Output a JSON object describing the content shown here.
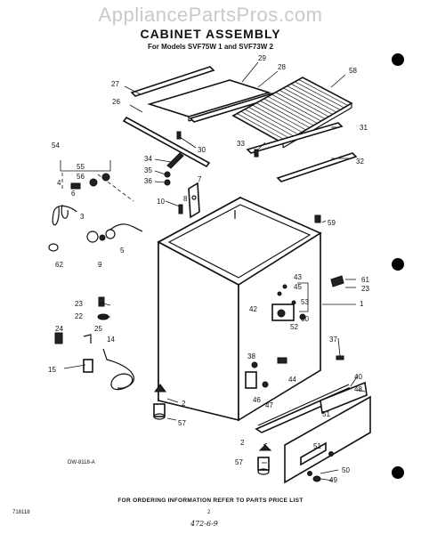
{
  "watermark": "AppliancePartsPros.com",
  "title": "CABINET ASSEMBLY",
  "subtitle": "For Models SVF75W 1 and SVF73W 2",
  "footer": "FOR ORDERING INFORMATION REFER TO PARTS PRICE LIST",
  "doc_code": "DW-8118-A",
  "part_code": "718118",
  "page_number": "2",
  "handwriting": "472-6-9",
  "callouts": {
    "c1": "1",
    "c2a": "2",
    "c2b": "2",
    "c3": "3",
    "c4": "4",
    "c5": "5",
    "c6": "6",
    "c7": "7",
    "c8": "8",
    "c9": "9",
    "c10": "10",
    "c14": "14",
    "c15": "15",
    "c22": "22",
    "c23a": "23",
    "c23b": "23",
    "c24": "24",
    "c25": "25",
    "c26": "26",
    "c27": "27",
    "c28": "28",
    "c29": "29",
    "c30": "30",
    "c31": "31",
    "c32": "32",
    "c33": "33",
    "c34": "34",
    "c35": "35",
    "c36": "36",
    "c37": "37",
    "c38": "38",
    "c40": "40",
    "c42": "42",
    "c43": "43",
    "c44": "44",
    "c45": "45",
    "c46": "46",
    "c47": "47",
    "c48": "48",
    "c49": "49",
    "c50": "50",
    "c51a": "51",
    "c51b": "51",
    "c52": "52",
    "c53": "53",
    "c54": "54",
    "c55": "55",
    "c56": "56",
    "c57a": "57",
    "c57b": "57",
    "c58": "58",
    "c59": "59",
    "c60": "60",
    "c61": "61",
    "c62": "62"
  }
}
